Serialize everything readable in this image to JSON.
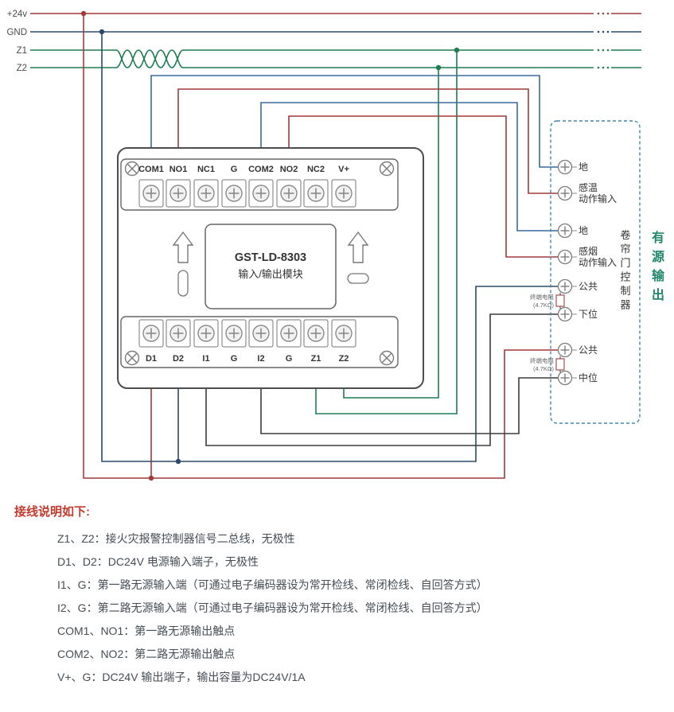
{
  "bus": {
    "labels": [
      "+24v",
      "GND",
      "Z1",
      "Z2"
    ]
  },
  "module": {
    "title_line1": "GST-LD-8303",
    "title_line2": "输入/输出模块",
    "top_terminals": [
      "COM1",
      "NO1",
      "NC1",
      "G",
      "COM2",
      "NO2",
      "NC2",
      "V+"
    ],
    "bottom_terminals": [
      "D1",
      "D2",
      "I1",
      "G",
      "I2",
      "G",
      "Z1",
      "Z2"
    ]
  },
  "controller": {
    "title": "卷帘门控制器",
    "side_label": "有源输出",
    "labels": [
      "地",
      "感温",
      "动作输入",
      "地",
      "感烟",
      "动作输入",
      "公共",
      "下位",
      "公共",
      "中位"
    ],
    "resistor_name": "终端电阻",
    "resistor_value": "(4.7KΩ)"
  },
  "colors": {
    "power24": "#a03a3a",
    "gnd": "#2b4a6b",
    "signal_blue": "#3a6a9e",
    "bus_green": "#1e7d52",
    "dark_wire": "#3c3c3c",
    "controller_dash": "#4187b0",
    "side_label_teal": "#20876b",
    "notes_heading_red": "#c23b2e"
  },
  "notes": {
    "heading": "接线说明如下:",
    "items": [
      "Z1、Z2：接火灾报警控制器信号二总线，无极性",
      "D1、D2：DC24V 电源输入端子，无极性",
      "I1、G：第一路无源输入端（可通过电子编码器设为常开检线、常闭检线、自回答方式）",
      "I2、G：第二路无源输入端（可通过电子编码器设为常开检线、常闭检线、自回答方式）",
      "COM1、NO1：第一路无源输出触点",
      "COM2、NO2：第二路无源输出触点",
      "V+、G：DC24V 输出端子，输出容量为DC24V/1A"
    ]
  }
}
